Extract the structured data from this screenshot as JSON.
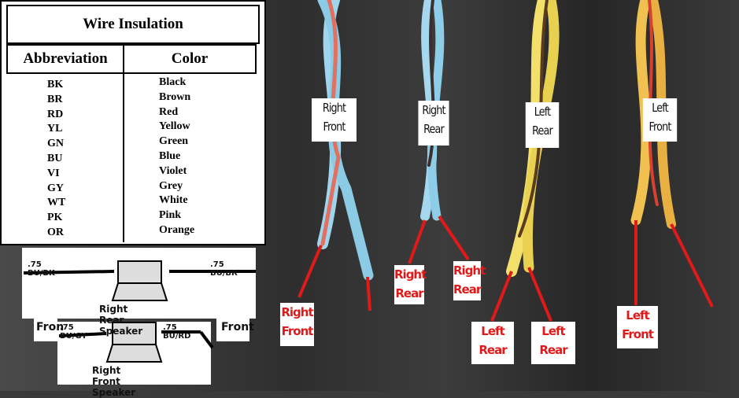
{
  "table": {
    "title": "Wire Insulation",
    "headers": [
      "Abbreviation",
      "Color"
    ],
    "abbreviations": [
      "BK",
      "BR",
      "RD",
      "YL",
      "GN",
      "BU",
      "VI",
      "GY",
      "WT",
      "PK",
      "OR"
    ],
    "colors": [
      "Black",
      "Brown",
      "Red",
      "Yellow",
      "Green",
      "Blue",
      "Violet",
      "Grey",
      "White",
      "Pink",
      "Orange"
    ]
  },
  "diagram": {
    "rear_left_wire": ".75 BU/BK",
    "rear_right_wire": ".75 BU/BR",
    "rear_caption": "Right Rear Speaker",
    "front_left_wire": ".75 BU/GY",
    "front_right_wire": ".75 BU/RD",
    "front_caption": "Right Front Speaker",
    "front_left_tag": "Fron",
    "front_right_tag": "Front"
  },
  "labels": {
    "rf_top": [
      "Right",
      "Front"
    ],
    "rr_top": [
      "Right",
      "Rear"
    ],
    "lr_top": [
      "Left",
      "Rear"
    ],
    "lf_top": [
      "Left",
      "Front"
    ],
    "rf_bottom": [
      "Right",
      "Front"
    ],
    "rr_bottom_a": [
      "Right",
      "Rear"
    ],
    "rr_bottom_b": [
      "Right",
      "Rear"
    ],
    "lr_bottom_a": [
      "Left",
      "Rear"
    ],
    "lr_bottom_b": [
      "Left",
      "Rear"
    ],
    "lf_bottom": [
      "Left",
      "Front"
    ]
  }
}
